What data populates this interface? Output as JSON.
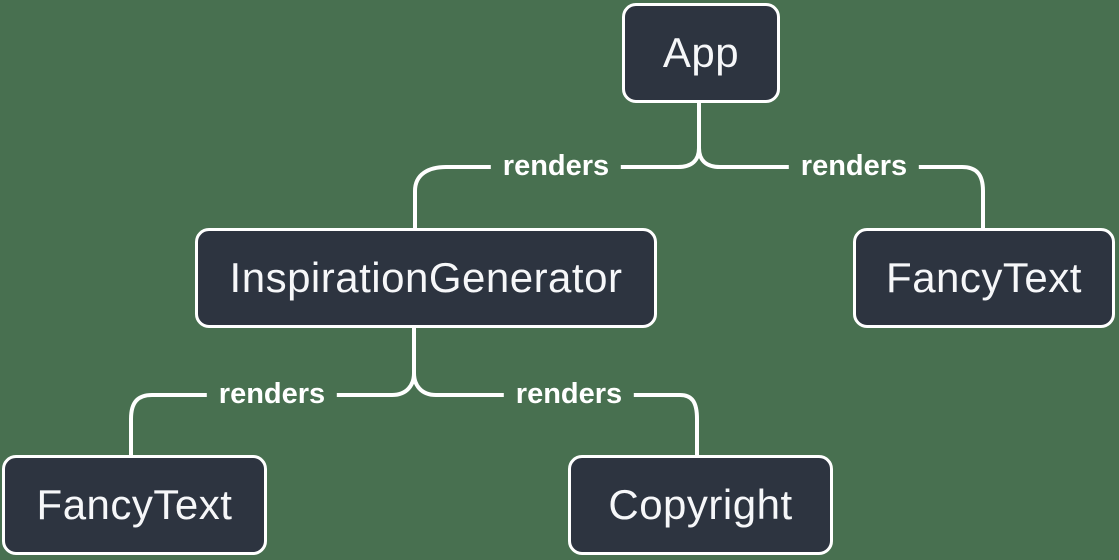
{
  "diagram": {
    "type": "component-render-tree",
    "colors": {
      "background": "#487050",
      "node_fill": "#2D3440",
      "node_border": "#FFFFFF",
      "node_text": "#F6F7F9",
      "edge_line": "#FFFFFF",
      "edge_label_text": "#FFFFFF"
    },
    "nodes": [
      {
        "id": "app",
        "label": "App"
      },
      {
        "id": "inspiration-generator",
        "label": "InspirationGenerator"
      },
      {
        "id": "fancy-text-top-right",
        "label": "FancyText"
      },
      {
        "id": "fancy-text-bottom-left",
        "label": "FancyText"
      },
      {
        "id": "copyright",
        "label": "Copyright"
      }
    ],
    "edges": [
      {
        "from": "App",
        "to": "InspirationGenerator",
        "label": "renders"
      },
      {
        "from": "App",
        "to": "FancyText",
        "label": "renders"
      },
      {
        "from": "InspirationGenerator",
        "to": "FancyText",
        "label": "renders"
      },
      {
        "from": "InspirationGenerator",
        "to": "Copyright",
        "label": "renders"
      }
    ]
  }
}
